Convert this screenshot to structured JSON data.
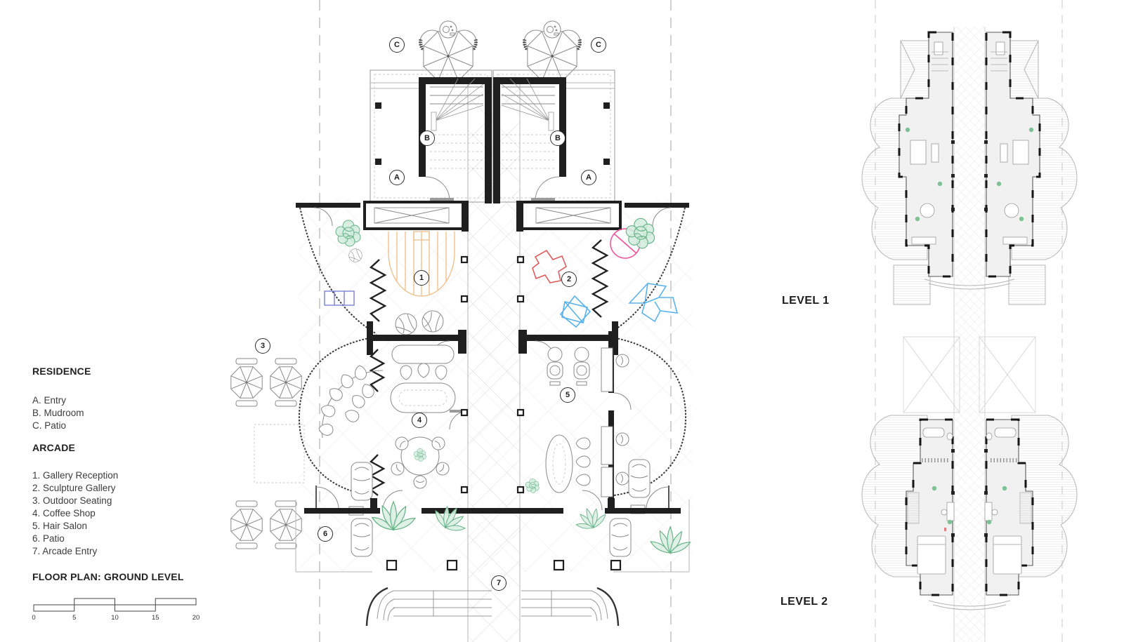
{
  "legend": {
    "residence_title": "RESIDENCE",
    "residence_items": [
      "A. Entry",
      "B. Mudroom",
      "C. Patio"
    ],
    "arcade_title": "ARCADE",
    "arcade_items": [
      "1. Gallery Reception",
      "2. Sculpture Gallery",
      "3. Outdoor Seating",
      "4. Coffee Shop",
      "5. Hair Salon",
      "6. Patio",
      "7. Arcade Entry"
    ],
    "plan_title": "FLOOR PLAN: GROUND LEVEL",
    "scale_ticks": [
      "0",
      "5",
      "10",
      "15",
      "20"
    ]
  },
  "markers": {
    "a": "A",
    "b": "B",
    "c": "C",
    "n1": "1",
    "n2": "2",
    "n3": "3",
    "n4": "4",
    "n5": "5",
    "n6": "6",
    "n7": "7"
  },
  "levels": {
    "level1_label": "LEVEL 1",
    "level2_label": "LEVEL 2"
  },
  "palette": {
    "wall": "#1f1f1f",
    "rug_orange": "#f0bd85",
    "sculpture_pink": "#f0549e",
    "sculpture_red": "#de5b5b",
    "sculpture_blue": "#58b2ec",
    "bench_blue": "#7b80d6",
    "plant_green": "#66b286"
  }
}
